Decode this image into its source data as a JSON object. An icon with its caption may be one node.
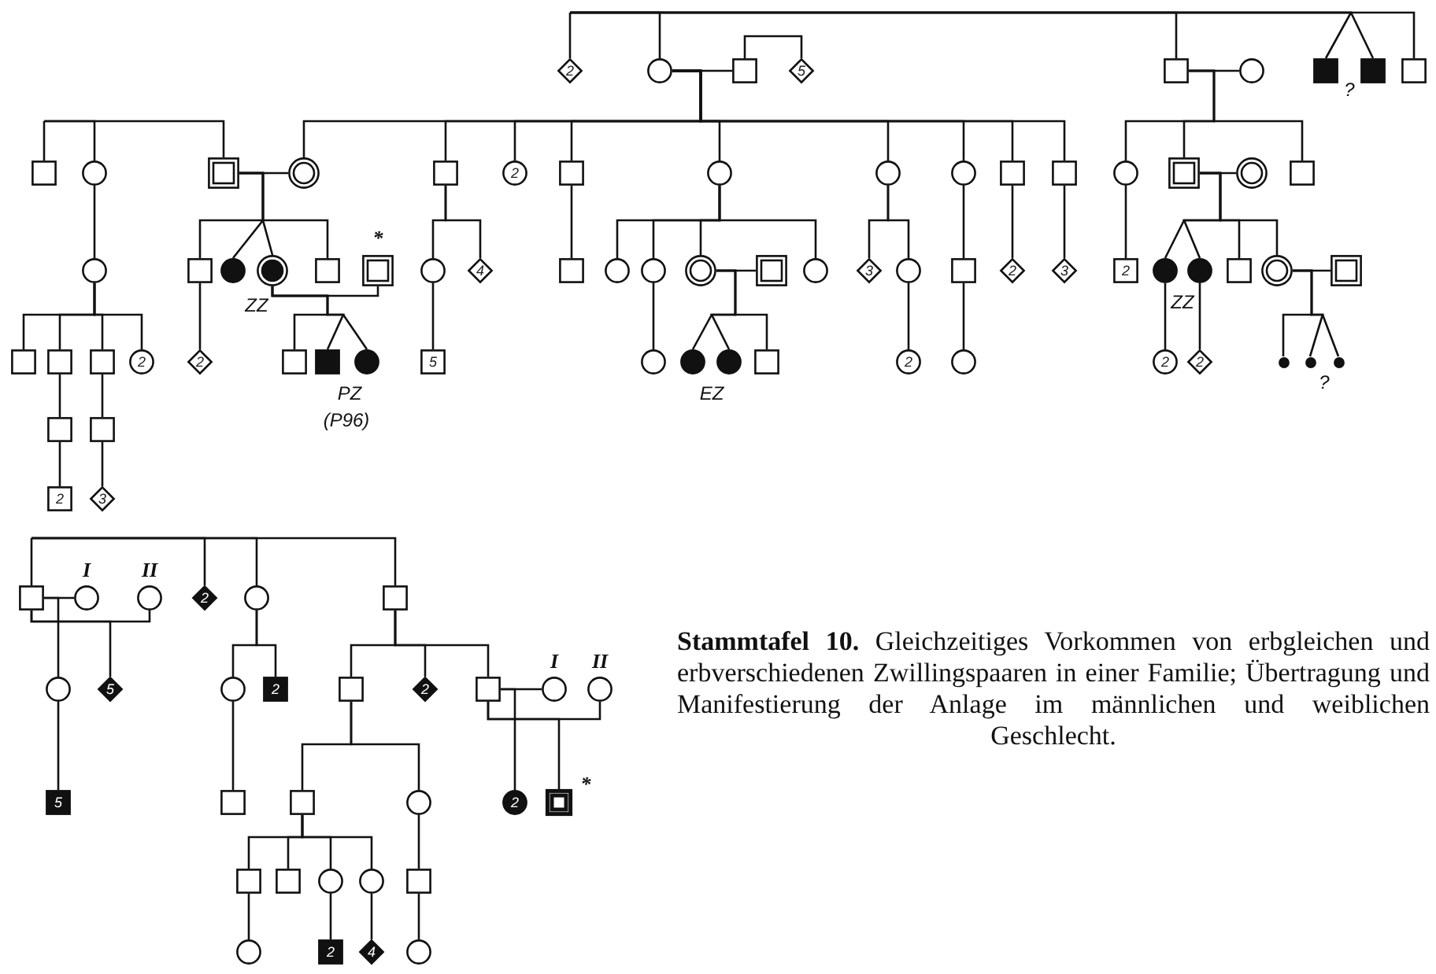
{
  "diagram": {
    "caption": "**Stammtafel 10.** Gleichzeitiges Vorkommen von erbgleichen und erbverschiedenen Zwillingspaaren in einer Familie; Übertragung und Manifestierung der Anlage im männlichen und weiblichen Geschlecht.",
    "nodes": [
      {
        "text": [
          "2"
        ]
      },
      {
        "text": [],
        "shape": "circle"
      },
      {
        "text": [],
        "shape": "box"
      },
      {
        "text": [
          "5"
        ]
      },
      {
        "text": [],
        "shape": "box"
      },
      {
        "text": [],
        "shape": "circle"
      },
      {
        "text": [],
        "shape": "box"
      },
      {
        "text": [],
        "shape": "box"
      },
      {
        "text": [],
        "shape": "box"
      },
      {
        "text": [],
        "shape": "box"
      },
      {
        "text": [],
        "shape": "circle"
      },
      {
        "text": [],
        "shape": "box"
      },
      {
        "text": [],
        "shape": "circle"
      },
      {
        "text": [],
        "shape": "box"
      },
      {
        "text": [
          "2"
        ]
      },
      {
        "text": [],
        "shape": "box"
      },
      {
        "text": [],
        "shape": "circle"
      },
      {
        "text": [],
        "shape": "circle"
      },
      {
        "text": [],
        "shape": "circle"
      },
      {
        "text": [],
        "shape": "box"
      },
      {
        "text": [],
        "shape": "box"
      },
      {
        "text": [],
        "shape": "circle"
      },
      {
        "text": [],
        "shape": "box"
      },
      {
        "text": [],
        "shape": "circle"
      },
      {
        "text": [],
        "shape": "box"
      },
      {
        "text": [],
        "shape": "circle"
      },
      {
        "text": [],
        "shape": "box"
      },
      {
        "text": [],
        "shape": "circle"
      },
      {
        "text": [],
        "shape": "circle"
      },
      {
        "text": [],
        "shape": "box"
      },
      {
        "text": [],
        "shape": "box",
        "beside": [
          "*"
        ]
      },
      {
        "text": [],
        "shape": "circle"
      },
      {
        "text": [
          "4"
        ]
      },
      {
        "text": [],
        "shape": "box"
      },
      {
        "text": [],
        "shape": "circle"
      },
      {
        "text": [],
        "shape": "circle"
      },
      {
        "text": [],
        "shape": "circle"
      },
      {
        "text": [],
        "shape": "box"
      },
      {
        "text": [],
        "shape": "circle"
      },
      {
        "text": [
          "3"
        ]
      },
      {
        "text": [],
        "shape": "circle"
      },
      {
        "text": [],
        "shape": "box"
      },
      {
        "text": [
          "2"
        ]
      },
      {
        "text": [
          "3"
        ]
      },
      {
        "text": [
          "2"
        ]
      },
      {
        "text": [],
        "shape": "circle"
      },
      {
        "text": [],
        "shape": "circle"
      },
      {
        "text": [],
        "shape": "box"
      },
      {
        "text": [],
        "shape": "circle"
      },
      {
        "text": [],
        "shape": "box"
      },
      {
        "text": [],
        "shape": "box"
      },
      {
        "text": [],
        "shape": "box"
      },
      {
        "text": [],
        "shape": "box"
      },
      {
        "text": [
          "2"
        ]
      },
      {
        "text": [
          "2"
        ]
      },
      {
        "text": [],
        "shape": "box"
      },
      {
        "text": [],
        "shape": "box"
      },
      {
        "text": [],
        "shape": "circle"
      },
      {
        "text": [
          "5"
        ]
      },
      {
        "text": [],
        "shape": "circle"
      },
      {
        "text": [],
        "shape": "circle"
      },
      {
        "text": [],
        "shape": "circle"
      },
      {
        "text": [],
        "shape": "box"
      },
      {
        "text": [
          "2"
        ]
      },
      {
        "text": [],
        "shape": "circle"
      },
      {
        "text": [
          "2"
        ]
      },
      {
        "text": [
          "2"
        ]
      },
      {
        "text": [],
        "shape": "dot"
      },
      {
        "text": [],
        "shape": "dot"
      },
      {
        "text": [],
        "shape": "dot"
      },
      {
        "text": [],
        "shape": "box"
      },
      {
        "text": [],
        "shape": "box"
      },
      {
        "text": [
          "2"
        ]
      },
      {
        "text": [
          "3"
        ]
      },
      {
        "text": [],
        "shape": "box"
      },
      {
        "text": [],
        "shape": "circle",
        "beside": [
          "I"
        ]
      },
      {
        "text": [],
        "shape": "circle",
        "beside": [
          "II"
        ]
      },
      {
        "text": [
          "2"
        ]
      },
      {
        "text": [],
        "shape": "circle"
      },
      {
        "text": [],
        "shape": "box"
      },
      {
        "text": [],
        "shape": "circle"
      },
      {
        "text": [
          "5"
        ]
      },
      {
        "text": [],
        "shape": "circle"
      },
      {
        "text": [
          "2"
        ]
      },
      {
        "text": [],
        "shape": "box"
      },
      {
        "text": [
          "2"
        ]
      },
      {
        "text": [],
        "shape": "box"
      },
      {
        "text": [],
        "shape": "circle",
        "beside": [
          "I"
        ]
      },
      {
        "text": [],
        "shape": "circle",
        "beside": [
          "II"
        ]
      },
      {
        "text": [
          "5"
        ]
      },
      {
        "text": [],
        "shape": "box"
      },
      {
        "text": [],
        "shape": "box"
      },
      {
        "text": [],
        "shape": "circle"
      },
      {
        "text": [
          "2"
        ]
      },
      {
        "text": [],
        "shape": "box",
        "beside": [
          "*"
        ]
      },
      {
        "text": [],
        "shape": "box"
      },
      {
        "text": [],
        "shape": "box"
      },
      {
        "text": [],
        "shape": "circle"
      },
      {
        "text": [],
        "shape": "circle"
      },
      {
        "text": [],
        "shape": "box"
      },
      {
        "text": [],
        "shape": "circle"
      },
      {
        "text": [
          "2"
        ]
      },
      {
        "text": [
          "4"
        ]
      },
      {
        "text": [],
        "shape": "circle"
      }
    ],
    "edges": [
      {
        "from": null,
        "to": 0,
        "arrow": "none"
      },
      {
        "from": null,
        "to": 1,
        "arrow": "none"
      },
      {
        "from": null,
        "to": 4,
        "arrow": "none"
      },
      {
        "from": null,
        "to": 6,
        "arrow": "none"
      },
      {
        "from": null,
        "to": 7,
        "arrow": "none"
      },
      {
        "from": null,
        "to": 8,
        "arrow": "none"
      },
      {
        "from": 2,
        "to": 3,
        "arrow": "none"
      },
      {
        "from": 1,
        "to": 2,
        "arrow": "none"
      },
      {
        "from": 1,
        "to": 12,
        "arrow": "none"
      },
      {
        "from": 1,
        "to": 13,
        "arrow": "none"
      },
      {
        "from": 1,
        "to": 14,
        "arrow": "none"
      },
      {
        "from": 1,
        "to": 15,
        "arrow": "none"
      },
      {
        "from": 1,
        "to": 16,
        "arrow": "none"
      },
      {
        "from": 1,
        "to": 17,
        "arrow": "none"
      },
      {
        "from": 1,
        "to": 18,
        "arrow": "none"
      },
      {
        "from": 1,
        "to": 19,
        "arrow": "none"
      },
      {
        "from": 1,
        "to": 20,
        "arrow": "none"
      },
      {
        "from": 4,
        "to": 5,
        "arrow": "none"
      },
      {
        "from": 4,
        "to": 21,
        "arrow": "none"
      },
      {
        "from": 4,
        "to": 22,
        "arrow": "none"
      },
      {
        "from": 4,
        "to": 24,
        "arrow": "none"
      },
      {
        "from": null,
        "to": 9,
        "arrow": "none"
      },
      {
        "from": null,
        "to": 10,
        "arrow": "none"
      },
      {
        "from": null,
        "to": 11,
        "arrow": "none"
      },
      {
        "from": 11,
        "to": 12,
        "arrow": "none"
      },
      {
        "from": 11,
        "to": 26,
        "arrow": "none"
      },
      {
        "from": 11,
        "to": 27,
        "arrow": "none"
      },
      {
        "from": 11,
        "to": 28,
        "arrow": "none"
      },
      {
        "from": 11,
        "to": 29,
        "arrow": "none"
      },
      {
        "from": 28,
        "to": 30,
        "arrow": "none"
      },
      {
        "from": 28,
        "to": 55,
        "arrow": "none"
      },
      {
        "from": 28,
        "to": 56,
        "arrow": "none"
      },
      {
        "from": 28,
        "to": 57,
        "arrow": "none"
      },
      {
        "from": 26,
        "to": 54,
        "arrow": "none"
      },
      {
        "from": 10,
        "to": 25,
        "arrow": "none"
      },
      {
        "from": 25,
        "to": 50,
        "arrow": "none"
      },
      {
        "from": 25,
        "to": 51,
        "arrow": "none"
      },
      {
        "from": 25,
        "to": 52,
        "arrow": "none"
      },
      {
        "from": 25,
        "to": 53,
        "arrow": "none"
      },
      {
        "from": 51,
        "to": 70,
        "arrow": "none"
      },
      {
        "from": 70,
        "to": 72,
        "arrow": "none"
      },
      {
        "from": 52,
        "to": 71,
        "arrow": "none"
      },
      {
        "from": 71,
        "to": 73,
        "arrow": "none"
      },
      {
        "from": 13,
        "to": 31,
        "arrow": "none"
      },
      {
        "from": 13,
        "to": 32,
        "arrow": "none"
      },
      {
        "from": 31,
        "to": 58,
        "arrow": "none"
      },
      {
        "from": 15,
        "to": 33,
        "arrow": "none"
      },
      {
        "from": 16,
        "to": 34,
        "arrow": "none"
      },
      {
        "from": 16,
        "to": 35,
        "arrow": "none"
      },
      {
        "from": 16,
        "to": 36,
        "arrow": "none"
      },
      {
        "from": 16,
        "to": 38,
        "arrow": "none"
      },
      {
        "from": 35,
        "to": 59,
        "arrow": "none"
      },
      {
        "from": 36,
        "to": 37,
        "arrow": "none"
      },
      {
        "from": 36,
        "to": 60,
        "arrow": "none"
      },
      {
        "from": 36,
        "to": 61,
        "arrow": "none"
      },
      {
        "from": 36,
        "to": 62,
        "arrow": "none"
      },
      {
        "from": 17,
        "to": 39,
        "arrow": "none"
      },
      {
        "from": 17,
        "to": 40,
        "arrow": "none"
      },
      {
        "from": 40,
        "to": 63,
        "arrow": "none"
      },
      {
        "from": 18,
        "to": 41,
        "arrow": "none"
      },
      {
        "from": 41,
        "to": 64,
        "arrow": "none"
      },
      {
        "from": 19,
        "to": 42,
        "arrow": "none"
      },
      {
        "from": 20,
        "to": 43,
        "arrow": "none"
      },
      {
        "from": 21,
        "to": 44,
        "arrow": "none"
      },
      {
        "from": 22,
        "to": 23,
        "arrow": "none"
      },
      {
        "from": 22,
        "to": 45,
        "arrow": "none"
      },
      {
        "from": 22,
        "to": 46,
        "arrow": "none"
      },
      {
        "from": 22,
        "to": 47,
        "arrow": "none"
      },
      {
        "from": 22,
        "to": 48,
        "arrow": "none"
      },
      {
        "from": 45,
        "to": 65,
        "arrow": "none"
      },
      {
        "from": 46,
        "to": 66,
        "arrow": "none"
      },
      {
        "from": 48,
        "to": 49,
        "arrow": "none"
      },
      {
        "from": 48,
        "to": 67,
        "arrow": "none"
      },
      {
        "from": 48,
        "to": 68,
        "arrow": "none"
      },
      {
        "from": 48,
        "to": 69,
        "arrow": "none"
      },
      {
        "from": null,
        "to": 74,
        "arrow": "none"
      },
      {
        "from": null,
        "to": 77,
        "arrow": "none"
      },
      {
        "from": null,
        "to": 78,
        "arrow": "none"
      },
      {
        "from": null,
        "to": 79,
        "arrow": "none"
      },
      {
        "from": 74,
        "to": 75,
        "arrow": "none"
      },
      {
        "from": 74,
        "to": 76,
        "arrow": "none"
      },
      {
        "from": 74,
        "to": 80,
        "arrow": "none"
      },
      {
        "from": 74,
        "to": 81,
        "arrow": "none"
      },
      {
        "from": 80,
        "to": 89,
        "arrow": "none"
      },
      {
        "from": 78,
        "to": 82,
        "arrow": "none"
      },
      {
        "from": 78,
        "to": 83,
        "arrow": "none"
      },
      {
        "from": 82,
        "to": 90,
        "arrow": "none"
      },
      {
        "from": 79,
        "to": 84,
        "arrow": "none"
      },
      {
        "from": 79,
        "to": 85,
        "arrow": "none"
      },
      {
        "from": 79,
        "to": 86,
        "arrow": "none"
      },
      {
        "from": 86,
        "to": 87,
        "arrow": "none"
      },
      {
        "from": 86,
        "to": 88,
        "arrow": "none"
      },
      {
        "from": 86,
        "to": 93,
        "arrow": "none"
      },
      {
        "from": 86,
        "to": 94,
        "arrow": "none"
      },
      {
        "from": 84,
        "to": 91,
        "arrow": "none"
      },
      {
        "from": 84,
        "to": 92,
        "arrow": "none"
      },
      {
        "from": 91,
        "to": 95,
        "arrow": "none"
      },
      {
        "from": 91,
        "to": 96,
        "arrow": "none"
      },
      {
        "from": 91,
        "to": 97,
        "arrow": "none"
      },
      {
        "from": 91,
        "to": 98,
        "arrow": "none"
      },
      {
        "from": 95,
        "to": 100,
        "arrow": "none"
      },
      {
        "from": 97,
        "to": 101,
        "arrow": "none"
      },
      {
        "from": 98,
        "to": 102,
        "arrow": "none"
      },
      {
        "from": 92,
        "to": 99,
        "arrow": "none"
      },
      {
        "from": 99,
        "to": 103,
        "arrow": "none"
      }
    ],
    "labels": [
      "ZZ",
      "PZ",
      "(P96)",
      "EZ",
      "?",
      "ZZ",
      "?"
    ]
  }
}
